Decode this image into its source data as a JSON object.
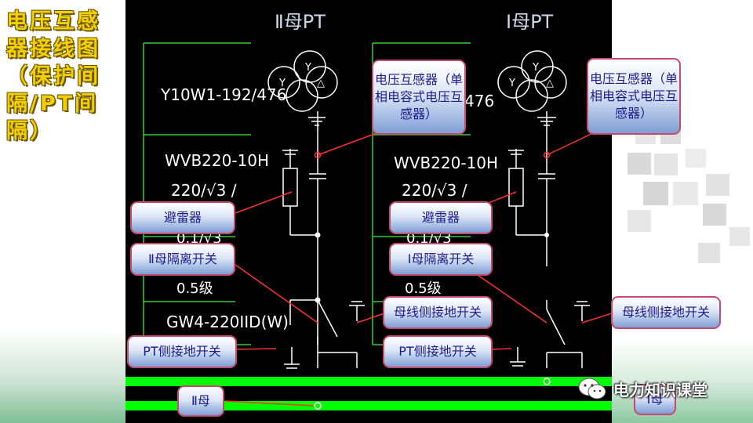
{
  "side_title": "电压互感器接线图（保护间隔/PT间隔）",
  "diagram": {
    "left_title": "Ⅱ母PT",
    "right_title": "Ⅰ母PT",
    "labels": {
      "model_pt": "Y10W1-192/476",
      "model_pt_right": "476",
      "model_wvb": "WVB220-10H",
      "ratio": "220/√3 /",
      "ratio_partial": "0.1/√3",
      "accuracy": "0.5级",
      "switch_model": "GW4-220IID(W)"
    },
    "transformer_symbols": [
      "Y",
      "Y",
      "△"
    ]
  },
  "callouts": {
    "pt_left": "电压互感器（单相电容式电压互感器）",
    "pt_right": "电压互感器（单相电容式电压互感器）",
    "arrester_left": "避雷器",
    "arrester_right": "避雷器",
    "isolator_left": "Ⅱ母隔离开关",
    "isolator_right": "Ⅰ母隔离开关",
    "bus_ground_left": "母线侧接地开关",
    "bus_ground_right": "母线侧接地开关",
    "pt_ground_left": "PT侧接地开关",
    "pt_ground_right": "PT侧接地开关",
    "bus_left": "Ⅱ母",
    "bus_right": "Ⅰ母"
  },
  "brand": {
    "name": "电力知识课堂",
    "icon": "wechat-icon"
  },
  "colors": {
    "background": "#000000",
    "bus": "#00ff00",
    "frame": "#33cc33",
    "title_yellow": "#f2d000",
    "callout_border": "#c54b6e"
  }
}
